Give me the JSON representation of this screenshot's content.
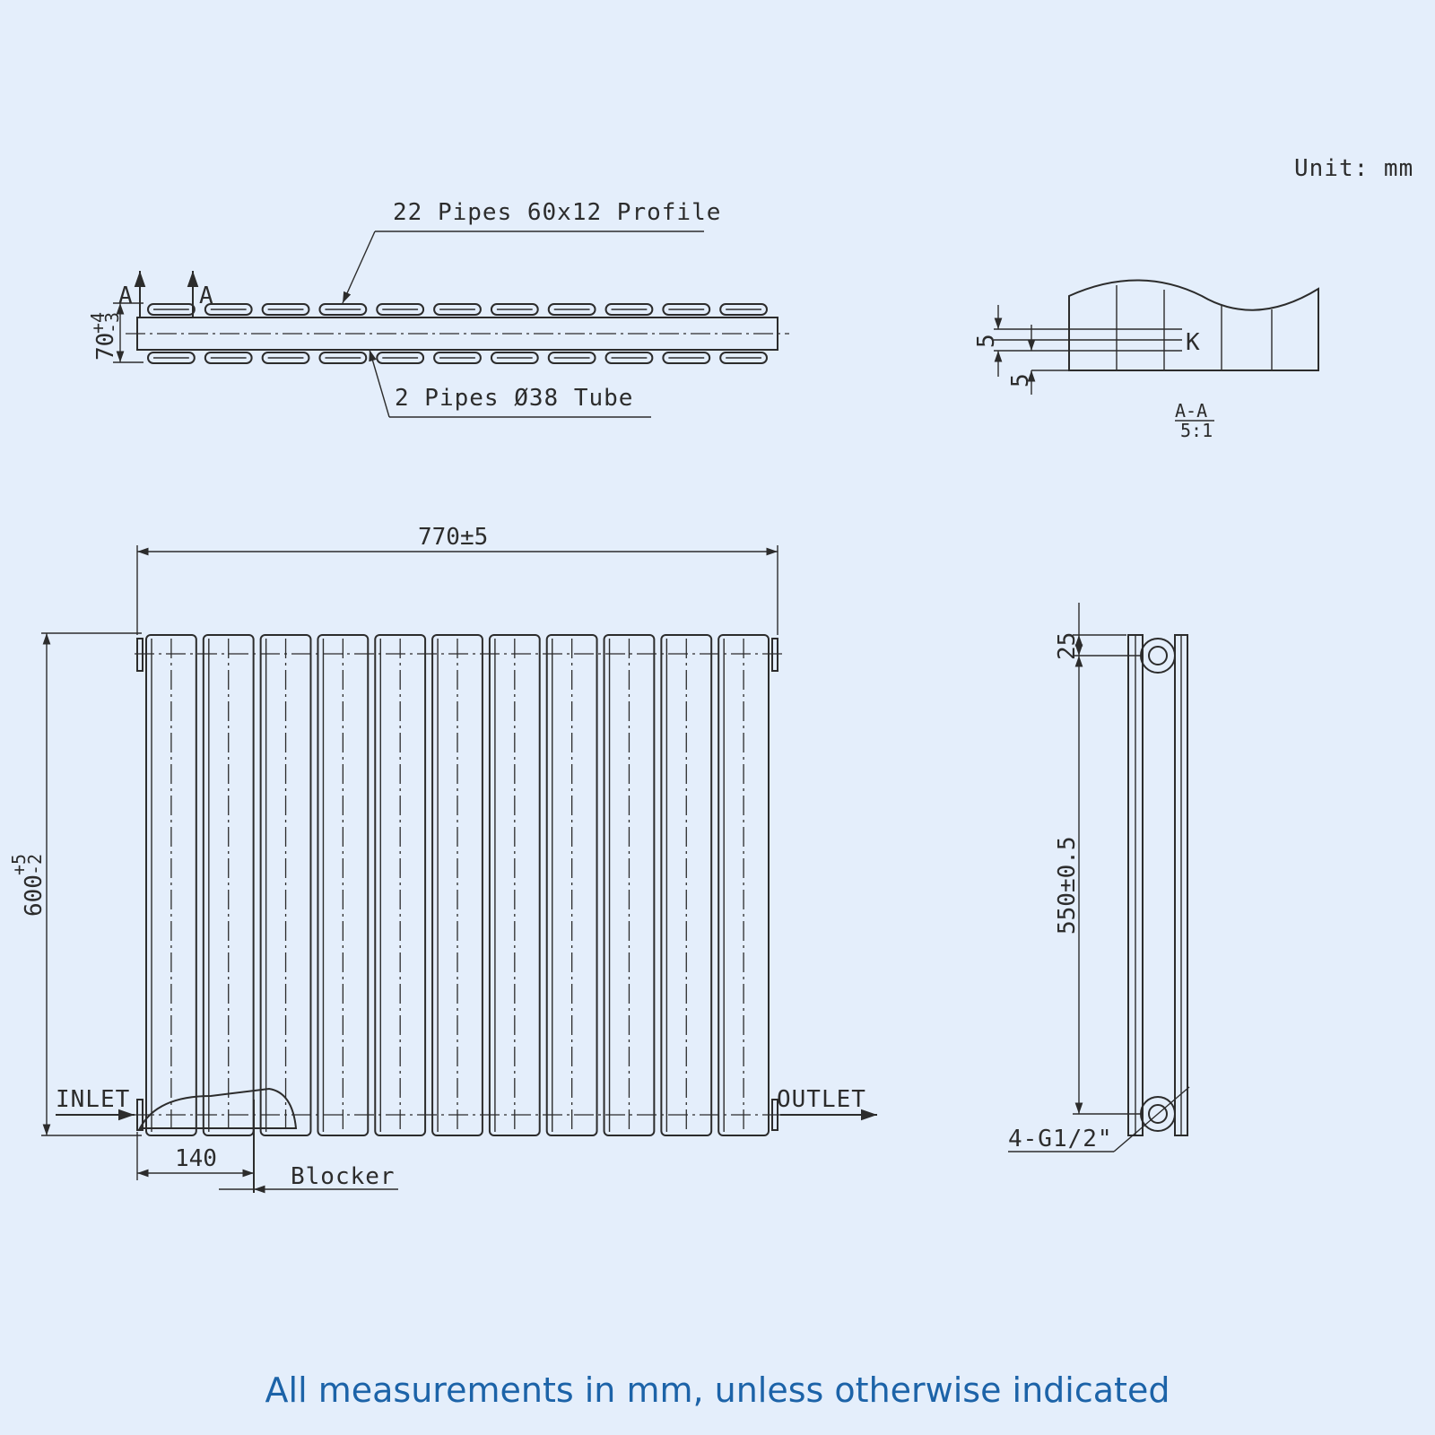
{
  "labels": {
    "unit": "Unit: mm",
    "profile_pipes": "22 Pipes 60x12 Profile",
    "tube_pipes": "2 Pipes Ø38 Tube",
    "section_marker": "A",
    "section_title": "A-A",
    "section_scale": "5:1",
    "detail_marker": "K",
    "inlet": "INLET",
    "outlet": "OUTLET",
    "blocker": "Blocker",
    "connections": "4-G1/2\""
  },
  "dimensions": {
    "top_depth": "70",
    "top_depth_tol_plus": "+4",
    "top_depth_tol_minus": "-3",
    "section_gap_1": "5",
    "section_gap_2": "5",
    "overall_width": "770±5",
    "overall_height": "600",
    "height_tol_plus": "+5",
    "height_tol_minus": "-2",
    "blocker_offset": "140",
    "top_offset": "25",
    "pipe_centres": "550±0.5"
  },
  "counts": {
    "profile_columns": 11
  },
  "footer": {
    "note": "All measurements in mm, unless otherwise indicated"
  },
  "colors": {
    "background": "#e4eefb",
    "line": "#2c2c2c",
    "footer_text": "#1c63a8"
  }
}
